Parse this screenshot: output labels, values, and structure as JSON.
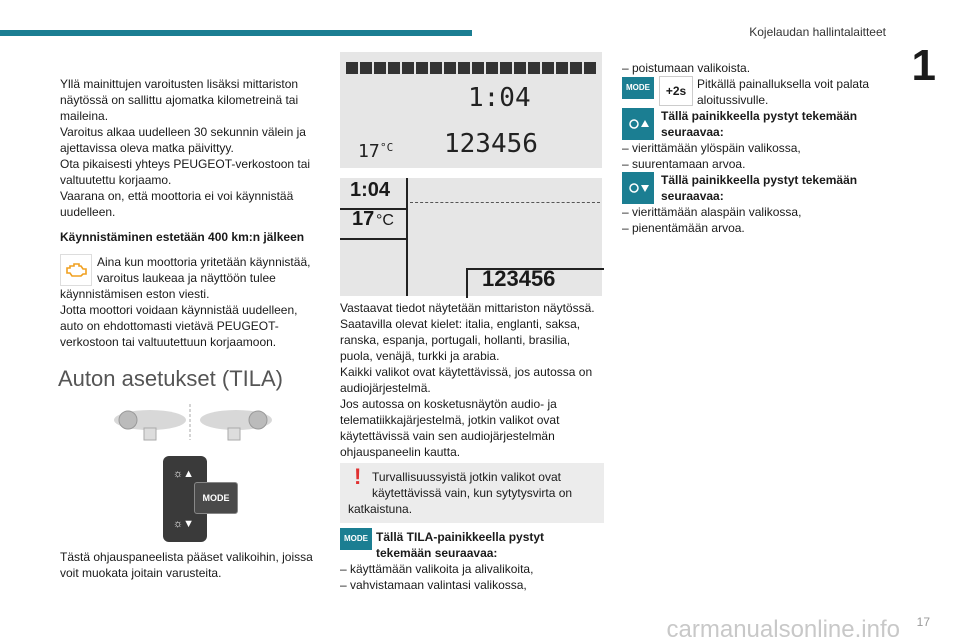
{
  "header": {
    "title": "Kojelaudan hallintalaitteet",
    "chapter": "1"
  },
  "page_number": "17",
  "watermark": "carmanualsonline.info",
  "col1": {
    "intro": [
      "Yllä mainittujen varoitusten lisäksi mittariston",
      "näytössä on sallittu ajomatka kilometreinä tai",
      "maileina.",
      "Varoitus alkaa uudelleen 30 sekunnin välein ja",
      "ajettavissa oleva matka päivittyy.",
      "Ota pikaisesti yhteys PEUGEOT-verkostoon tai",
      "valtuutettu korjaamo.",
      "Vaarana on, että moottoria ei voi käynnistää",
      "uudelleen."
    ],
    "heading": "Käynnistäminen estetään 400 km:n jälkeen",
    "warn_lines": [
      "Aina kun moottoria yritetään käynnistää,",
      "varoitus laukeaa ja näyttöön tulee"
    ],
    "warn_rest": [
      "käynnistämisen eston viesti.",
      "Jotta moottori voidaan käynnistää uudelleen,",
      "auto on ehdottomasti vietävä PEUGEOT-",
      "verkostoon tai valtuutettuun korjaamoon."
    ],
    "section_title": "Auton asetukset (TILA)",
    "mode_button_label": "MODE",
    "caption": [
      "Tästä ohjauspaneelista pääset valikoihin, joissa",
      "voit muokata joitain varusteita."
    ]
  },
  "col2": {
    "lcd1": {
      "time": "1:04",
      "temp": "17",
      "temp_unit": "°C",
      "odometer": "123456"
    },
    "lcd2": {
      "time": "1:04",
      "temp": "17",
      "temp_unit": "°C",
      "odometer": "123456"
    },
    "body": [
      "Vastaavat tiedot näytetään mittariston näytössä.",
      "Saatavilla olevat kielet: italia, englanti, saksa,",
      "ranska, espanja, portugali, hollanti, brasilia,",
      "puola, venäjä, turkki ja arabia.",
      "Kaikki valikot ovat käytettävissä, jos autossa on",
      "audiojärjestelmä.",
      "Jos autossa on kosketusnäytön audio- ja",
      "telematiikkajärjestelmä, jotkin valikot ovat",
      "käytettävissä vain sen audiojärjestelmän",
      "ohjauspaneelin kautta."
    ],
    "note": [
      "Turvallisuussyistä jotkin valikot ovat",
      "käytettävissä vain, kun sytytysvirta on",
      "katkaistuna."
    ],
    "mode_label": "MODE",
    "mode_heading": [
      "Tällä TILA-painikkeella pystyt",
      "tekemään seuraavaa:"
    ],
    "mode_items": [
      "–  käyttämään valikoita ja alivalikoita,",
      "–  vahvistamaan valintasi valikossa,"
    ]
  },
  "col3": {
    "first_item": "–  poistumaan valikoista.",
    "mode_label": "MODE",
    "hold_label": "+2s",
    "hold_text": [
      "Pitkällä painalluksella voit palata",
      "aloitussivulle."
    ],
    "up_heading": [
      "Tällä painikkeella pystyt tekemään",
      "seuraavaa:"
    ],
    "up_items": [
      "–  vierittämään ylöspäin valikossa,",
      "–  suurentamaan arvoa."
    ],
    "down_heading": [
      "Tällä painikkeella pystyt tekemään",
      "seuraavaa:"
    ],
    "down_items": [
      "–  vierittämään alaspäin valikossa,",
      "–  pienentämään arvoa."
    ]
  }
}
